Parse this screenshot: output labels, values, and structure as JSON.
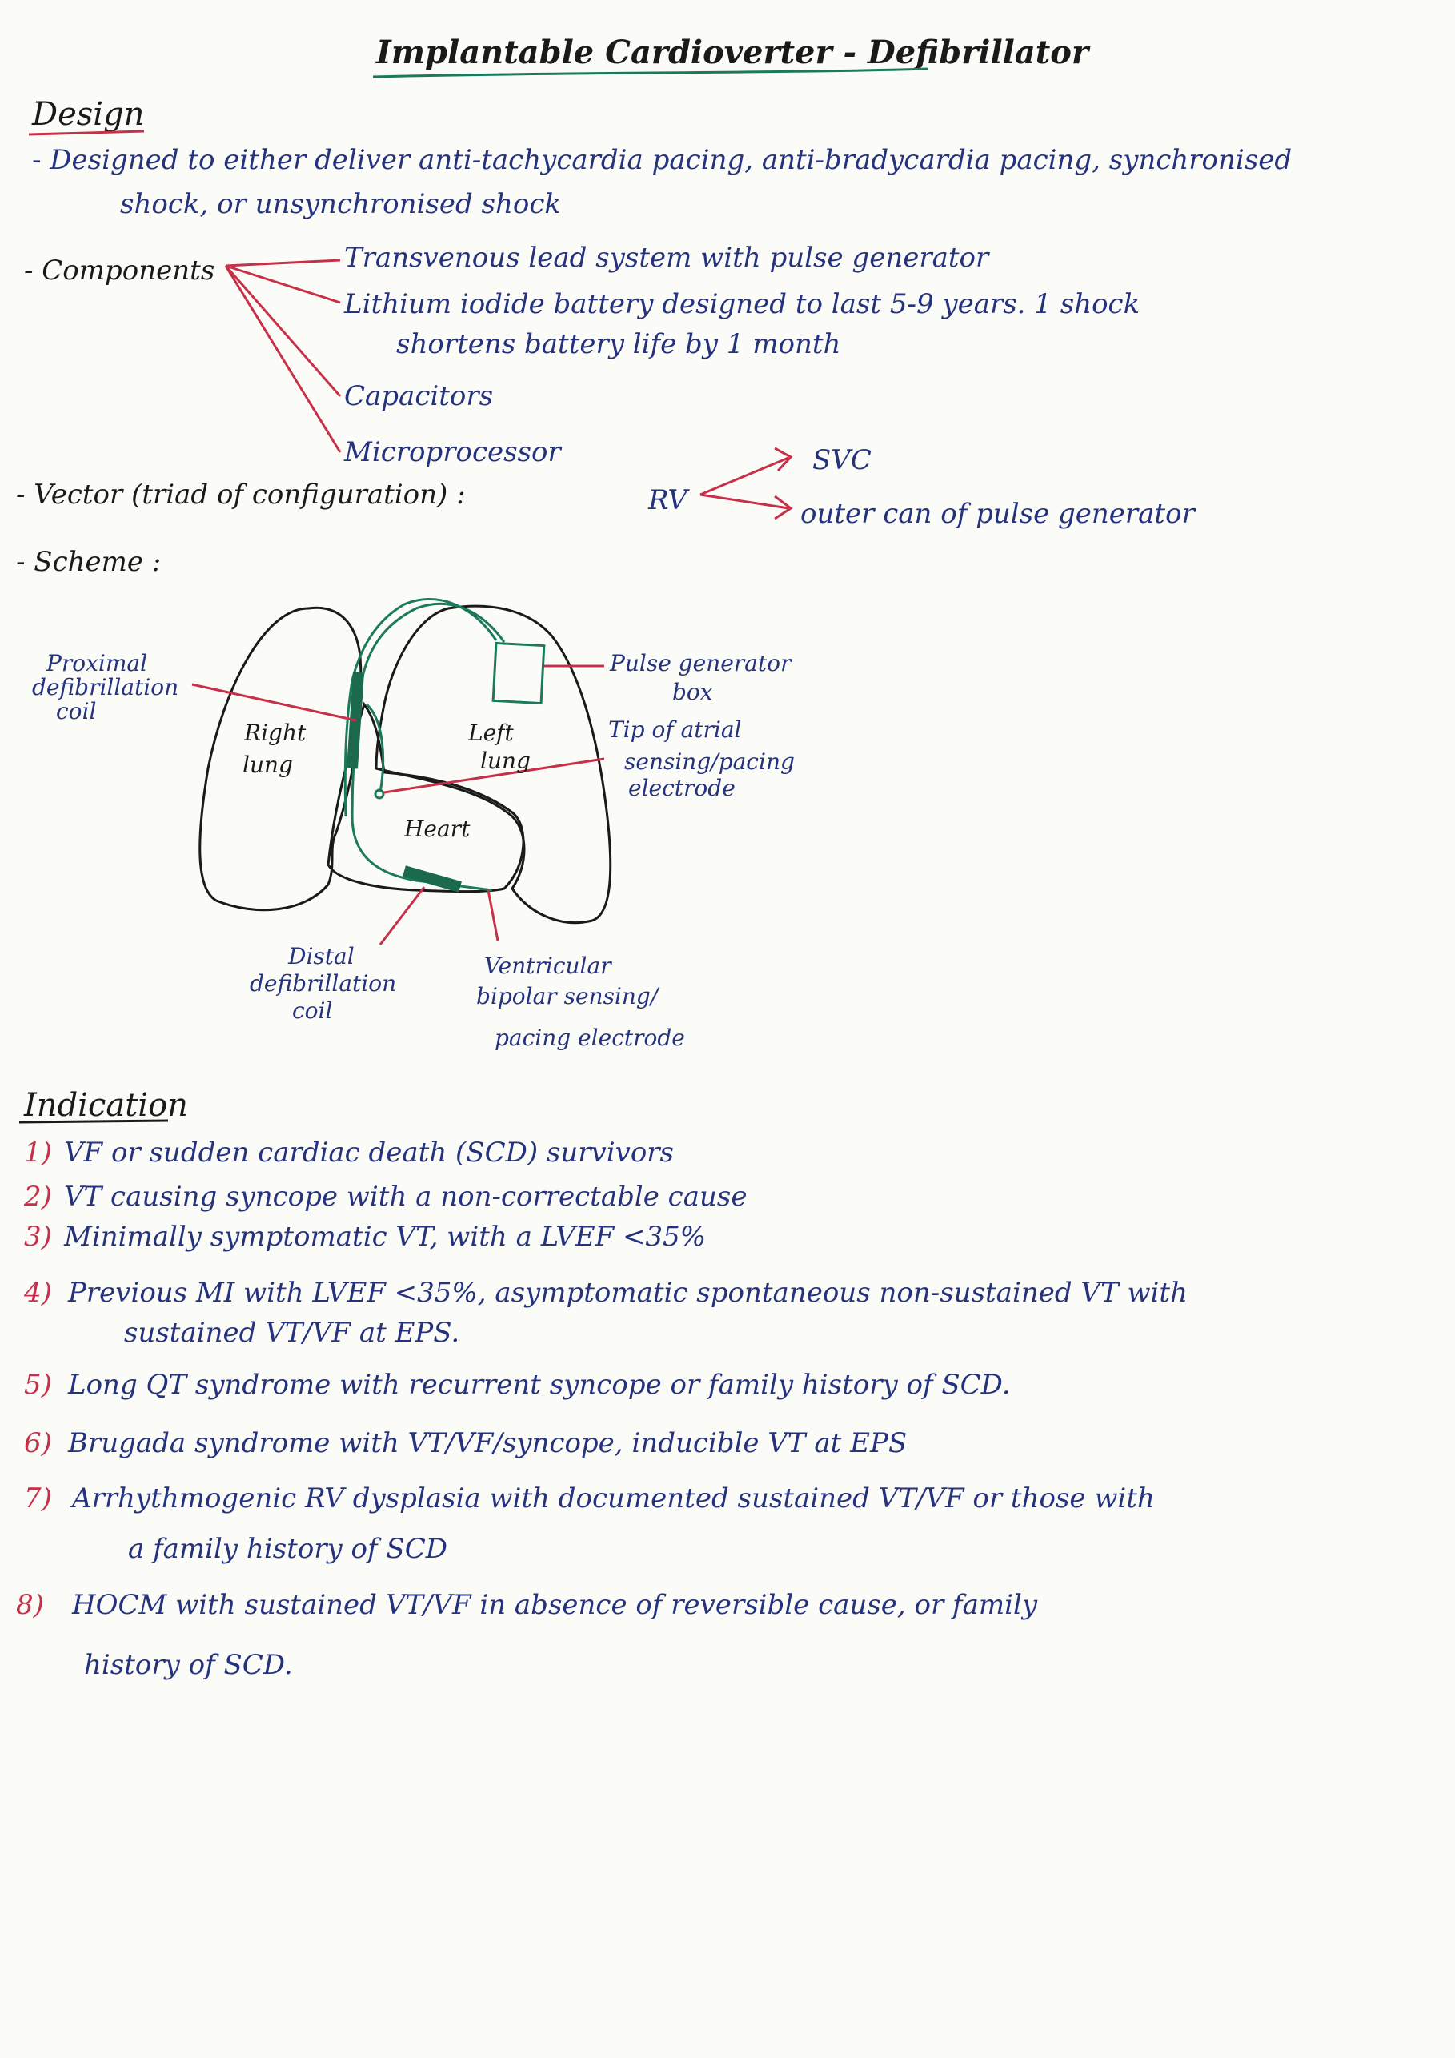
{
  "title": "Implantable Cardioverter - Defibrillator",
  "design": {
    "heading": "Design",
    "bullet1_line1": "- Designed to either deliver anti-tachycardia pacing, anti-bradycardia pacing, synchronised",
    "bullet1_line2": "shock, or unsynchronised shock",
    "components_label": "- Components",
    "components": [
      "Transvenous lead system with pulse generator",
      "Lithium iodide battery designed to last 5-9 years. 1 shock",
      "shortens battery life by 1 month",
      "Capacitors",
      "Microprocessor"
    ],
    "vector_label": "- Vector (triad of configuration) :",
    "vector_rv": "RV",
    "vector_targets": [
      "SVC",
      "outer can of pulse generator"
    ],
    "scheme_label": "- Scheme :"
  },
  "diagram": {
    "right_lung": [
      "Right",
      "lung"
    ],
    "left_lung": [
      "Left",
      "lung"
    ],
    "heart": "Heart",
    "labels": {
      "proximal_coil": [
        "Proximal",
        "defibrillation",
        "coil"
      ],
      "pulse_box": [
        "Pulse generator",
        "box"
      ],
      "atrial_tip": [
        "Tip of atrial",
        "sensing/pacing",
        "electrode"
      ],
      "distal_coil": [
        "Distal",
        "defibrillation",
        "coil"
      ],
      "ventricular": [
        "Ventricular",
        "bipolar sensing/",
        "pacing electrode"
      ]
    }
  },
  "indication": {
    "heading": "Indication",
    "items": [
      {
        "num": "1)",
        "lines": [
          "VF or sudden cardiac death (SCD) survivors"
        ]
      },
      {
        "num": "2)",
        "lines": [
          "VT causing syncope with a non-correctable cause"
        ]
      },
      {
        "num": "3)",
        "lines": [
          "Minimally symptomatic VT, with a LVEF <35%"
        ]
      },
      {
        "num": "4)",
        "lines": [
          "Previous MI with LVEF <35%, asymptomatic spontaneous non-sustained VT with",
          "sustained VT/VF at EPS."
        ]
      },
      {
        "num": "5)",
        "lines": [
          "Long QT syndrome with recurrent syncope or family history of SCD."
        ]
      },
      {
        "num": "6)",
        "lines": [
          "Brugada syndrome with VT/VF/syncope, inducible VT at EPS"
        ]
      },
      {
        "num": "7)",
        "lines": [
          "Arrhythmogenic RV dysplasia with documented sustained VT/VF or those with",
          "a family history of SCD"
        ]
      },
      {
        "num": "8)",
        "lines": [
          "HOCM with sustained VT/VF in absence of reversible cause, or family",
          "history of SCD."
        ]
      }
    ]
  },
  "colors": {
    "ink_blue": "#25327e",
    "ink_red": "#c8304a",
    "ink_green": "#1c7a5c",
    "ink_black": "#1a1a1a"
  }
}
